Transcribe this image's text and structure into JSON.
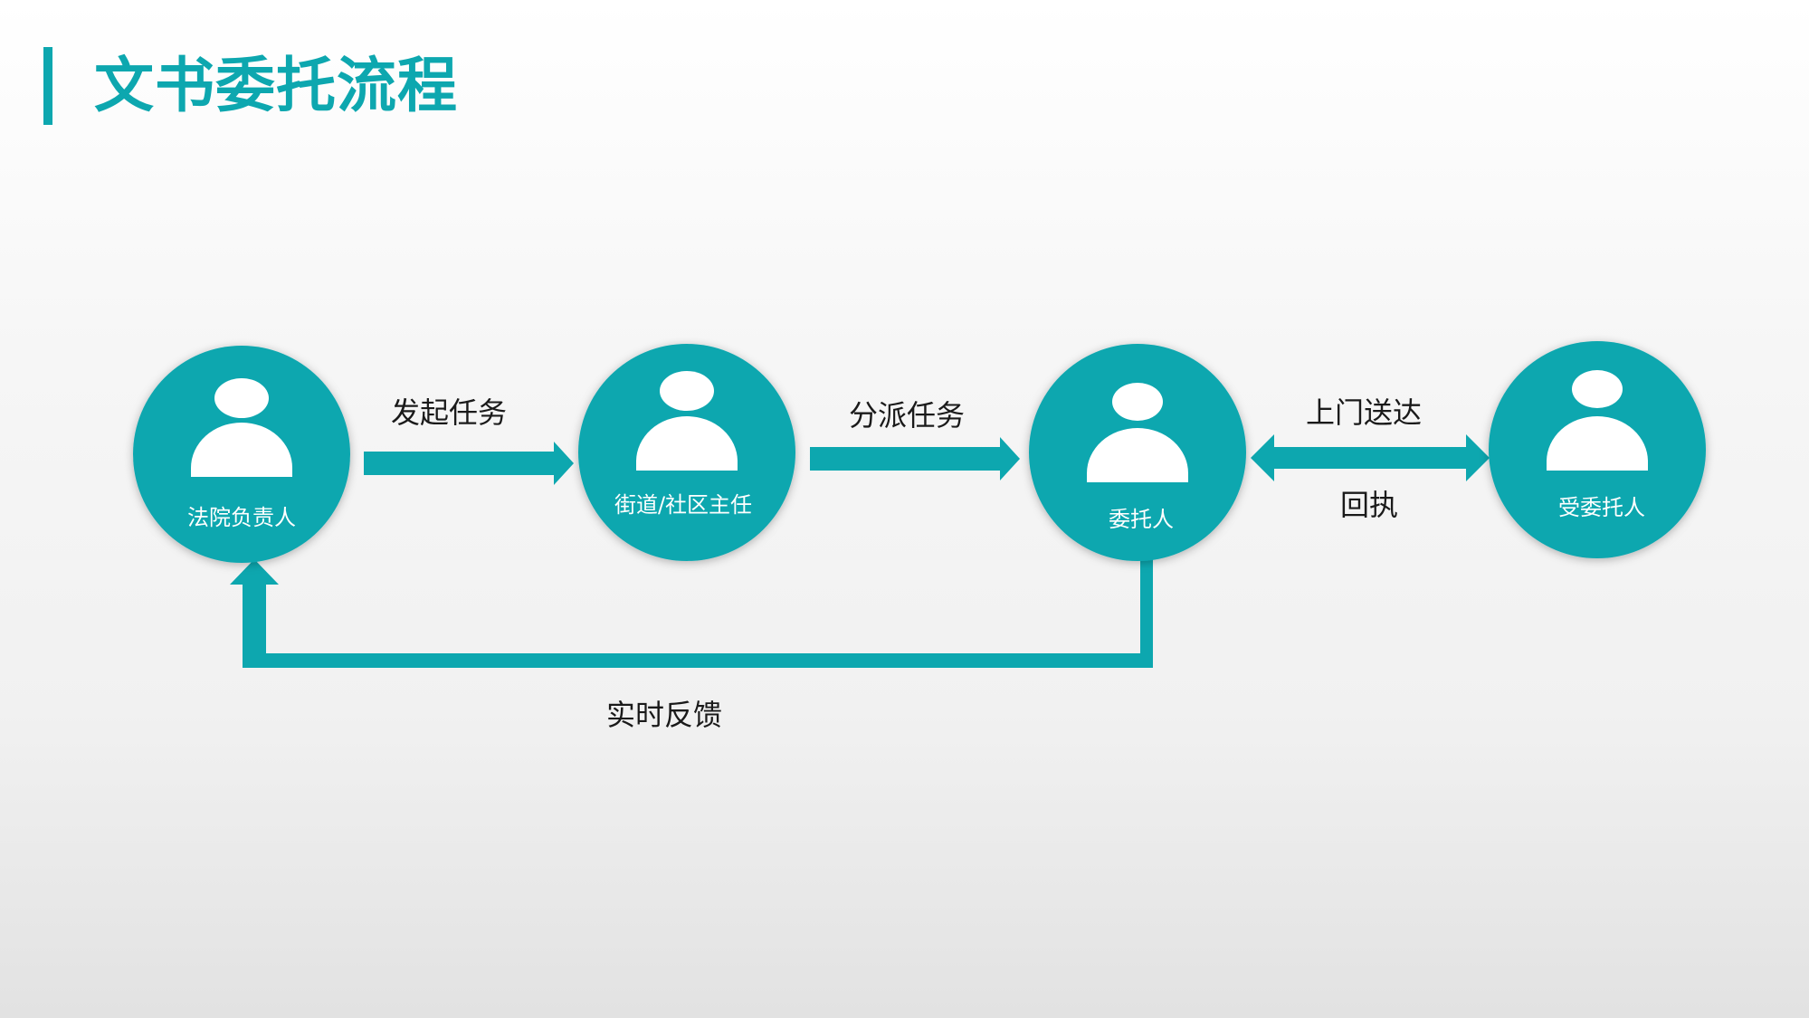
{
  "title": "文书委托流程",
  "colors": {
    "accent": "#0da7af",
    "node_fill": "#0da7af",
    "arrow": "#0da7af",
    "node_text": "#ffffff",
    "edge_text": "#1a1a1a"
  },
  "nodes": [
    {
      "label": "法院负责人",
      "icon": "person-icon"
    },
    {
      "label": "街道/社区主任",
      "icon": "person-icon"
    },
    {
      "label": "委托人",
      "icon": "person-icon"
    },
    {
      "label": "受委托人",
      "icon": "person-icon"
    }
  ],
  "edges": [
    {
      "from": 0,
      "to": 1,
      "label": "发起任务"
    },
    {
      "from": 1,
      "to": 2,
      "label": "分派任务"
    },
    {
      "from": 2,
      "to": 3,
      "label": "上门送达",
      "bidirectional": true,
      "return_label": "回执"
    },
    {
      "from": 2,
      "to": 0,
      "label": "实时反馈"
    }
  ]
}
